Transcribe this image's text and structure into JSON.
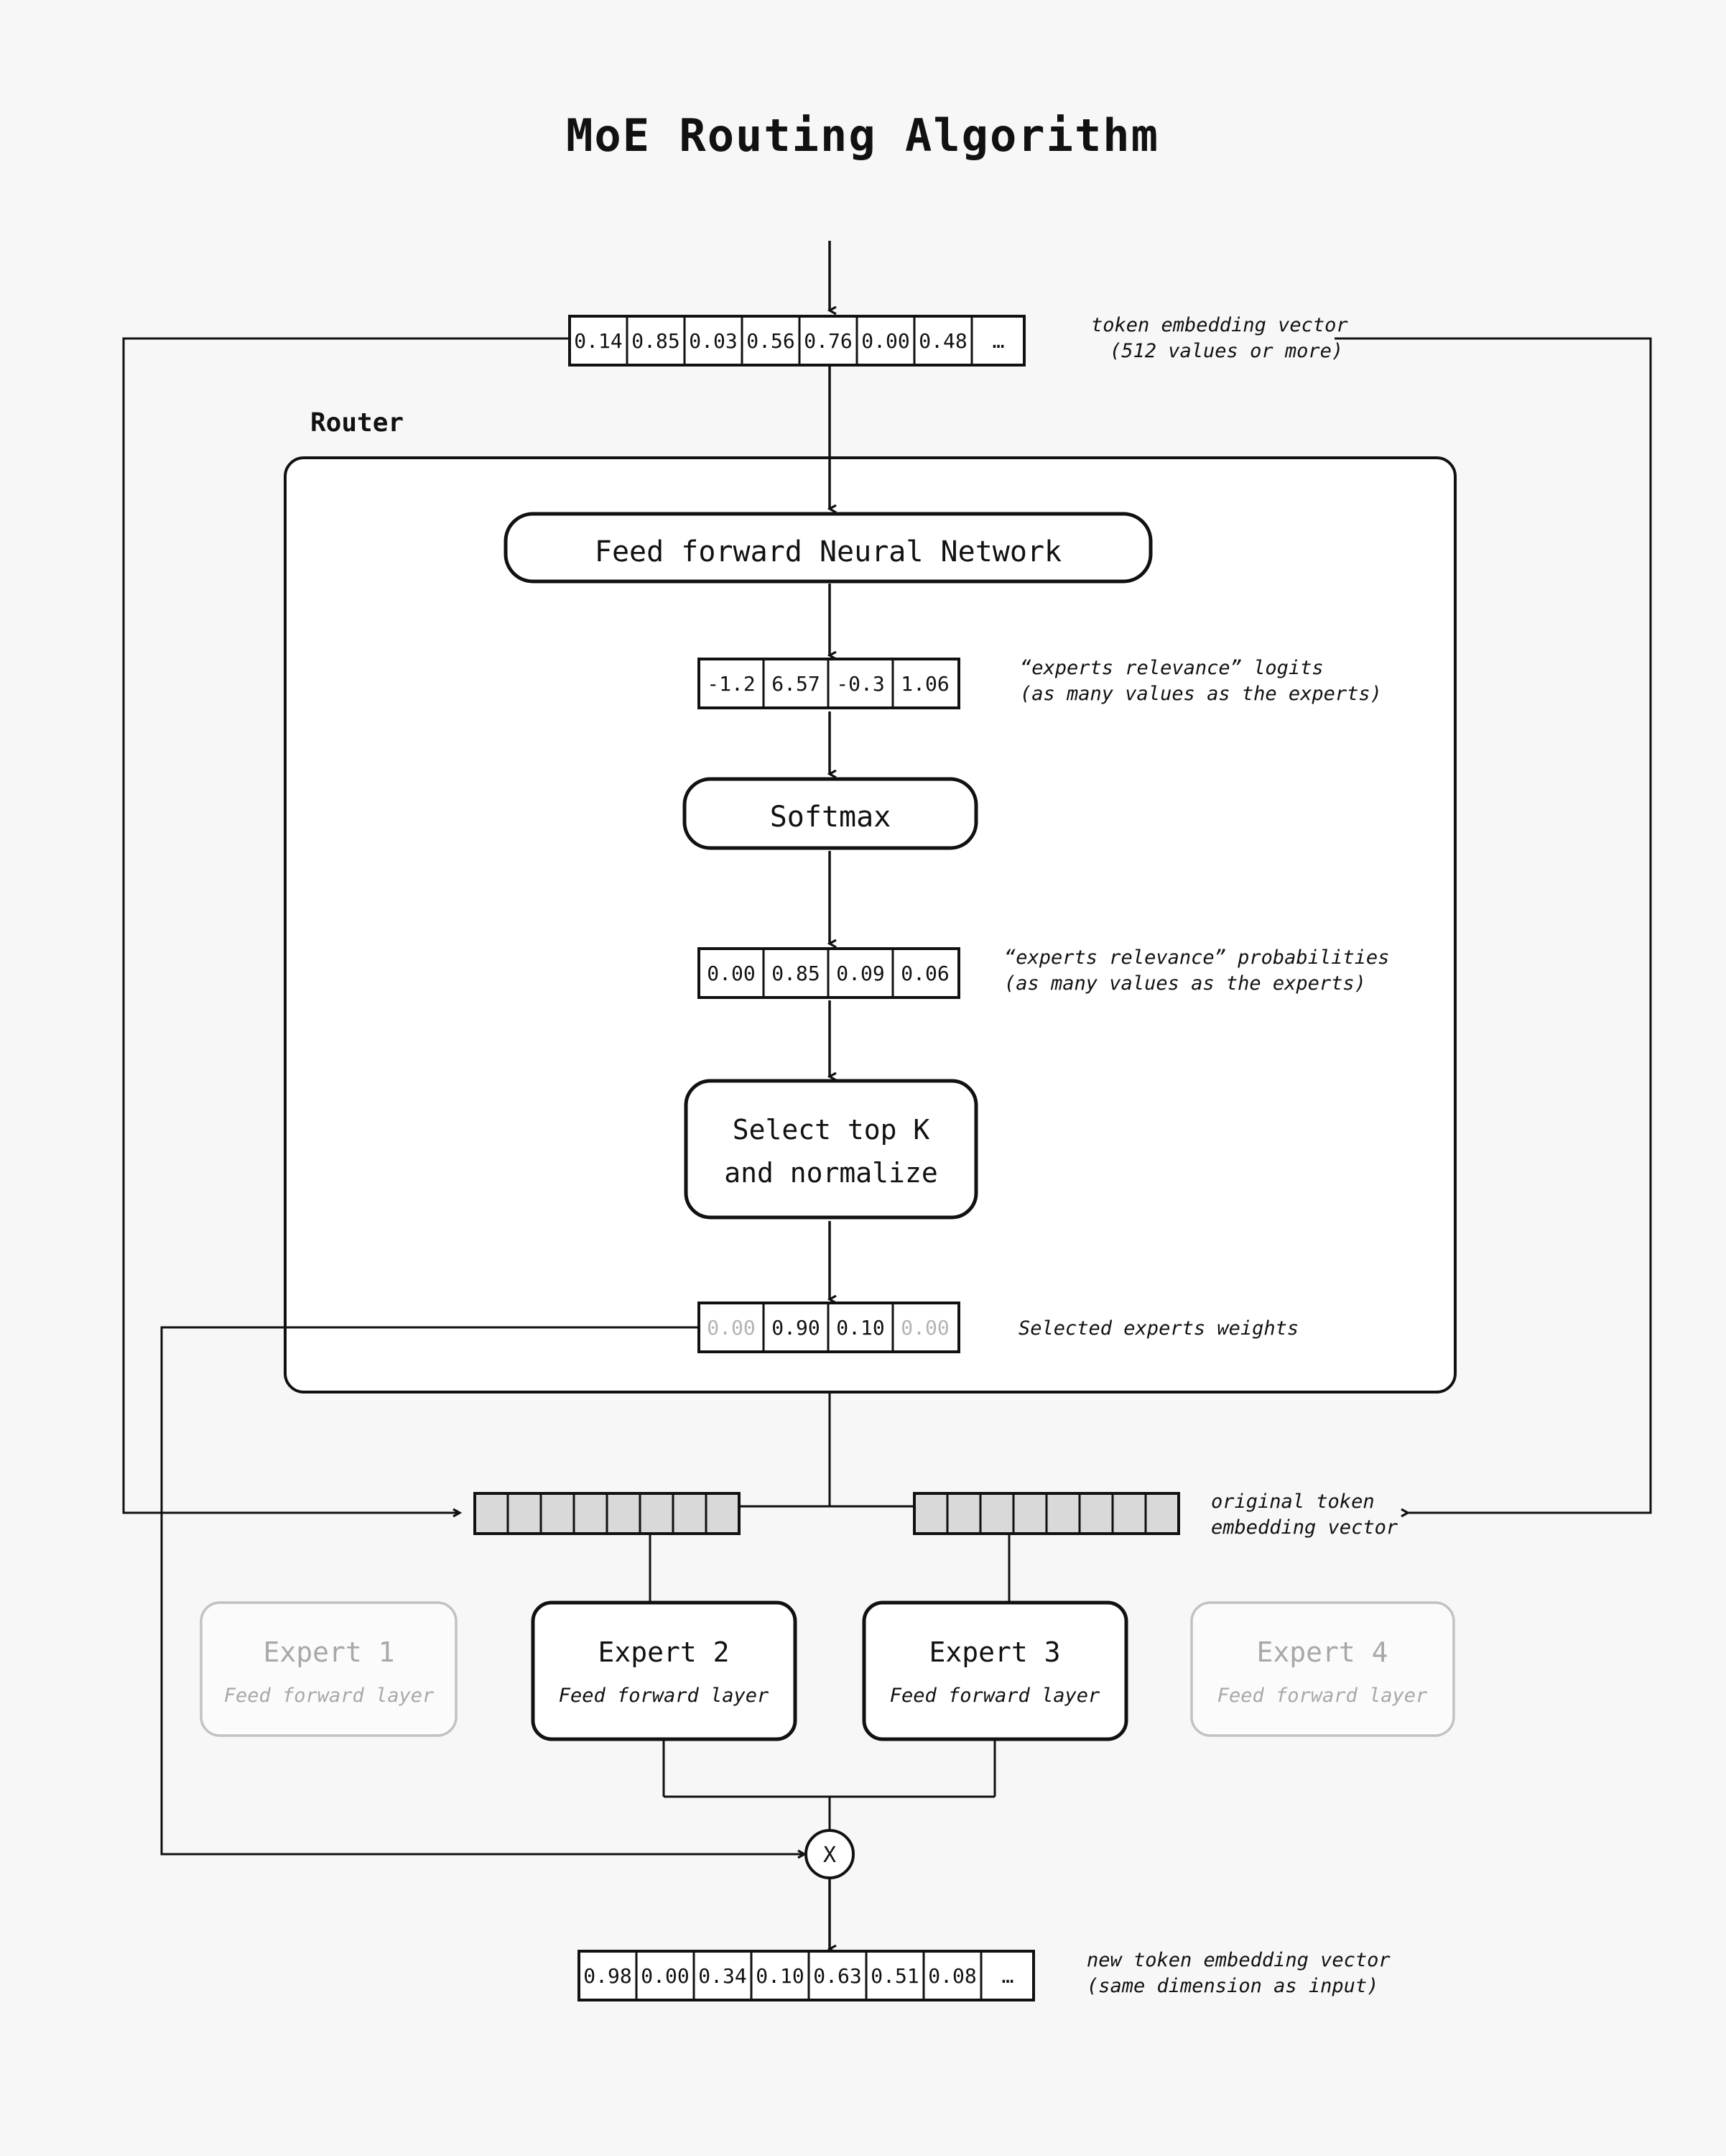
{
  "page": {
    "title": "MoE Routing Algorithm",
    "background_color": "#f7f7f7",
    "ink_color": "#111111",
    "dim_color": "#a8a8a8",
    "gray_cell_color": "#d9d9d9"
  },
  "router": {
    "label": "Router",
    "ffn_box_label": "Feed forward Neural Network",
    "softmax_box_label": "Softmax",
    "topk_box_label_line1": "Select top K",
    "topk_box_label_line2": "and normalize"
  },
  "vectors": {
    "input_token": {
      "values": [
        "0.14",
        "0.85",
        "0.03",
        "0.56",
        "0.76",
        "0.00",
        "0.48",
        "…"
      ],
      "note_line1": "token embedding vector",
      "note_line2": "(512 values or more)"
    },
    "logits": {
      "values": [
        "-1.2",
        "6.57",
        "-0.3",
        "1.06"
      ],
      "note_line1": "“experts relevance” logits",
      "note_line2": "(as many values as the experts)"
    },
    "probabilities": {
      "values": [
        "0.00",
        "0.85",
        "0.09",
        "0.06"
      ],
      "note_line1": "“experts relevance” probabilities",
      "note_line2": "(as many values as the experts)"
    },
    "selected_weights": {
      "values": [
        "0.00",
        "0.90",
        "0.10",
        "0.00"
      ],
      "dimmed": [
        true,
        false,
        false,
        true
      ],
      "note_line1": "Selected experts weights"
    },
    "original_token_copy": {
      "cell_count": 8,
      "note_line1": "original token",
      "note_line2": "embedding vector"
    },
    "output_token": {
      "values": [
        "0.98",
        "0.00",
        "0.34",
        "0.10",
        "0.63",
        "0.51",
        "0.08",
        "…"
      ],
      "note_line1": "new token embedding vector",
      "note_line2": "(same dimension as input)"
    }
  },
  "experts": [
    {
      "title": "Expert 1",
      "subtitle": "Feed forward layer",
      "active": false
    },
    {
      "title": "Expert 2",
      "subtitle": "Feed forward layer",
      "active": true
    },
    {
      "title": "Expert 3",
      "subtitle": "Feed forward layer",
      "active": true
    },
    {
      "title": "Expert 4",
      "subtitle": "Feed forward layer",
      "active": false
    }
  ],
  "multiply_node": {
    "symbol": "X"
  }
}
